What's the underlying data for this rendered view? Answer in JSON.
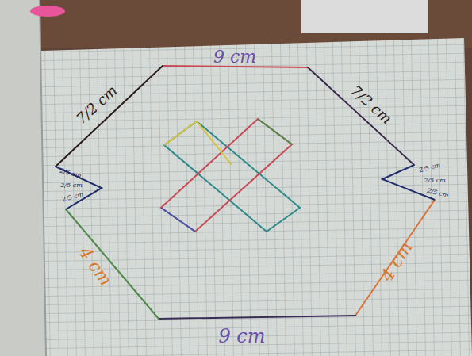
{
  "diagram": {
    "labels": [
      "9 cm",
      "7/2 cm",
      "7/2 cm",
      "2/5 cm",
      "2/5 cm",
      "2/5 cm",
      "2/5 cm",
      "2/5 cm",
      "2/5 cm",
      "4 cm",
      "4 cm",
      "9 cm"
    ]
  }
}
